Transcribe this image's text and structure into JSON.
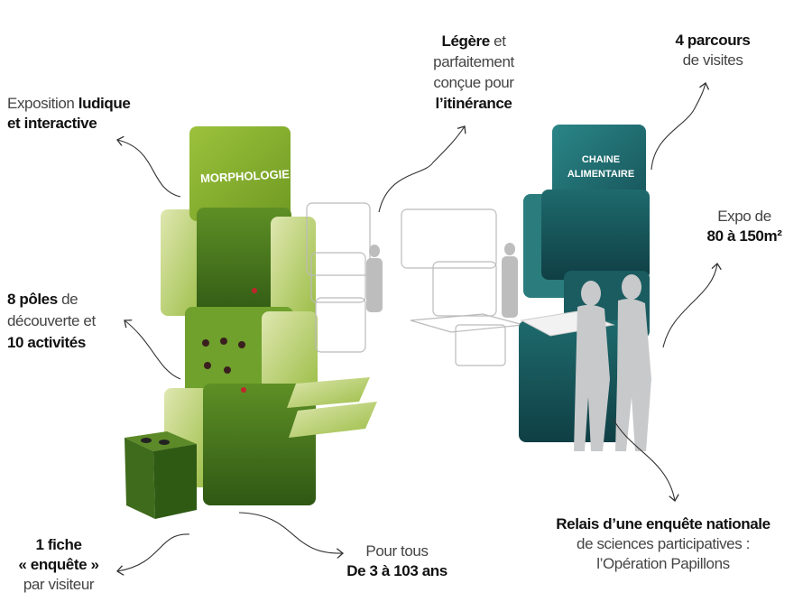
{
  "labels": {
    "ludique": {
      "prefix": "Exposition",
      "bold1": "ludique",
      "bold2": "et interactive"
    },
    "legere": {
      "bold1": "Légère",
      "suffix": " et",
      "line2": "parfaitement",
      "line3": "conçue pour",
      "bold2": "l’itinérance"
    },
    "parcours": {
      "bold": "4 parcours",
      "line2": "de visites"
    },
    "expo": {
      "line1": "Expo de",
      "bold": "80 à 150m²"
    },
    "poles": {
      "bold1": "8 pôles",
      "suffix": " de",
      "line2": "découverte et",
      "bold2": "10 activités"
    },
    "fiche": {
      "bold1": "1 fiche",
      "bold2": "« enquête »",
      "line3": "par visiteur"
    },
    "age": {
      "line1": "Pour tous",
      "bold": "De 3 à 103 ans"
    },
    "relais": {
      "bold": "Relais d’une enquête nationale",
      "line2": "de sciences participatives :",
      "line3": "l’Opération Papillons"
    }
  },
  "panels": {
    "green_title": "MORPHOLOGIE",
    "teal_title_1": "CHAINE",
    "teal_title_2": "ALIMENTAIRE"
  },
  "colors": {
    "green": "#8db53a",
    "dark_green": "#3f6b1c",
    "teal": "#1f6b6f",
    "silhouette": "#c8c9cb"
  }
}
